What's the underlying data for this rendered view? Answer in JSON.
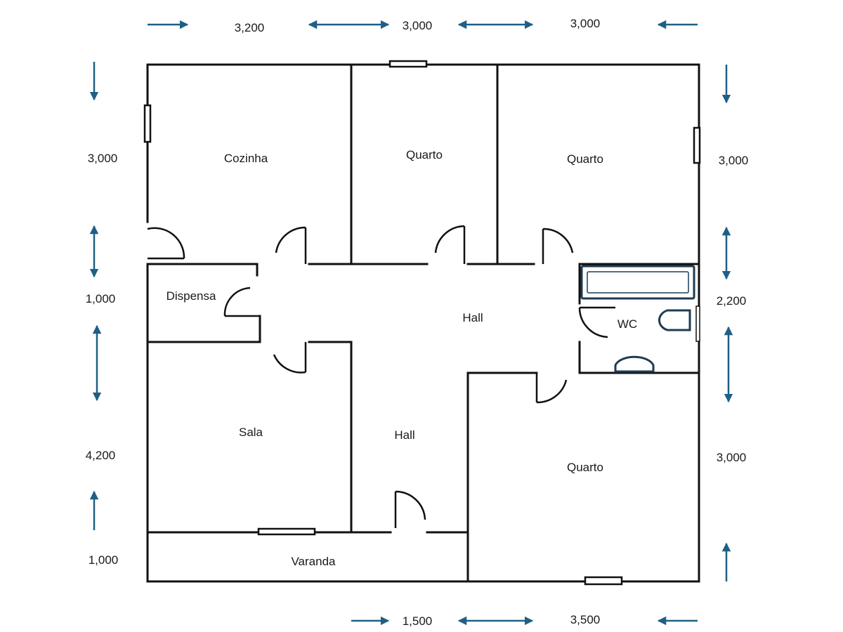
{
  "rooms": {
    "cozinha": "Cozinha",
    "quarto_top_middle": "Quarto",
    "quarto_top_right": "Quarto",
    "dispensa": "Dispensa",
    "hall_upper": "Hall",
    "wc": "WC",
    "sala": "Sala",
    "hall_lower": "Hall",
    "quarto_bottom_right": "Quarto",
    "varanda": "Varanda"
  },
  "dimensions": {
    "top": [
      "3,200",
      "3,000",
      "3,000"
    ],
    "bottom": [
      "1,500",
      "3,500"
    ],
    "left": [
      "3,000",
      "1,000",
      "4,200",
      "1,000"
    ],
    "right": [
      "3,000",
      "2,200",
      "3,000"
    ]
  },
  "colors": {
    "dimension_arrow": "#1f5f86",
    "wall": "#111111",
    "fixture": "#1f3b52"
  }
}
